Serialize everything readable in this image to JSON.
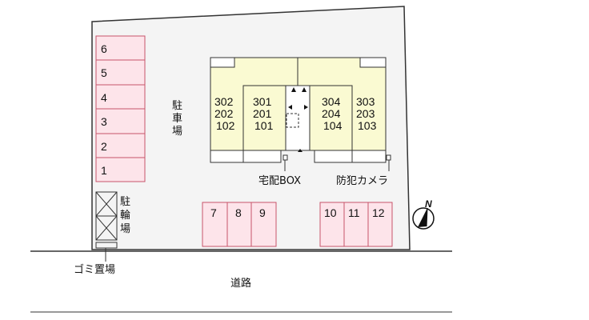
{
  "parking_label": [
    "駐",
    "車",
    "場"
  ],
  "bicycle_label": [
    "駐",
    "輪",
    "場"
  ],
  "garbage_label": "ゴミ置場",
  "road_label": "道路",
  "delivery_box_label": "宅配BOX",
  "camera_label": "防犯カメラ",
  "compass_label": "N",
  "parking_spaces_left": [
    "6",
    "5",
    "4",
    "3",
    "2",
    "1"
  ],
  "parking_spaces_mid": [
    "7",
    "8",
    "9"
  ],
  "parking_spaces_right": [
    "10",
    "11",
    "12"
  ],
  "units": {
    "col1": [
      "302",
      "202",
      "102"
    ],
    "col2": [
      "301",
      "201",
      "101"
    ],
    "col3": [
      "304",
      "204",
      "104"
    ],
    "col4": [
      "303",
      "203",
      "103"
    ]
  },
  "colors": {
    "parking_fill": "#fde4ea",
    "parking_stroke": "#c8546a",
    "building_fill": "#fafad2",
    "lot_fill": "#f4f4f4"
  }
}
